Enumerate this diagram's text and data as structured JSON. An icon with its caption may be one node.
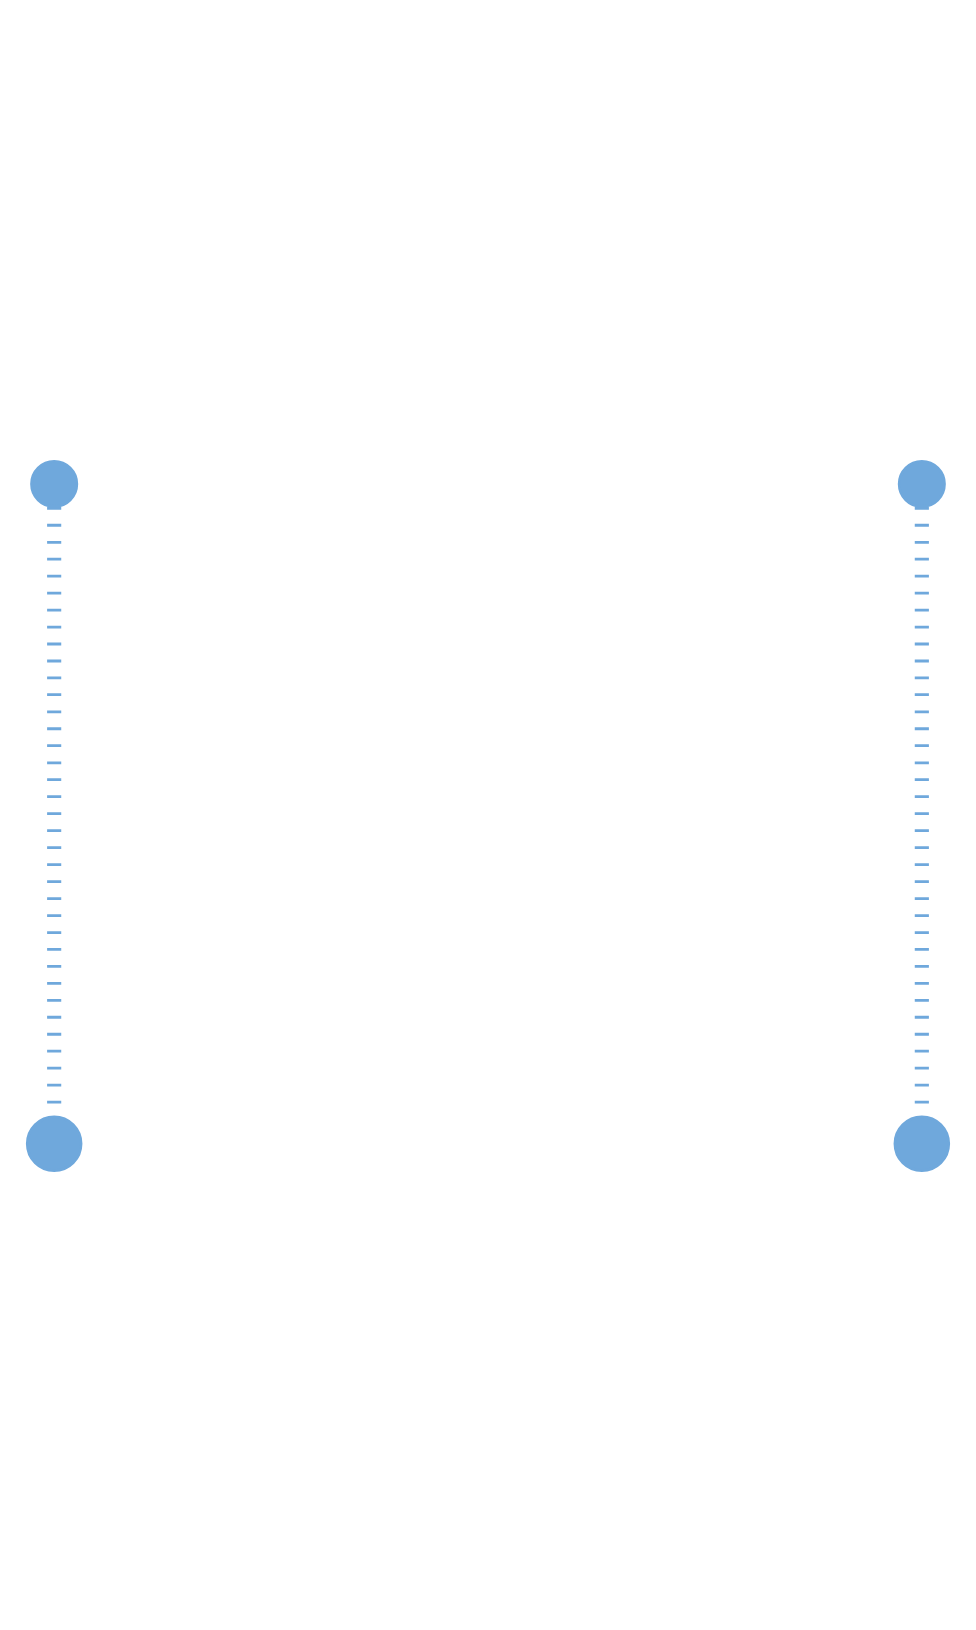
{
  "diagram": {
    "nodes": [
      {
        "text": [],
        "shape": "circle"
      },
      {
        "text": [],
        "shape": "circle"
      },
      {
        "text": [],
        "shape": "circle"
      },
      {
        "text": [],
        "shape": "circle"
      }
    ],
    "edges": [
      {
        "from": 0,
        "to": 2,
        "arrow": "none",
        "style": "dashed"
      },
      {
        "from": 1,
        "to": 3,
        "arrow": "none",
        "style": "dashed"
      }
    ]
  }
}
